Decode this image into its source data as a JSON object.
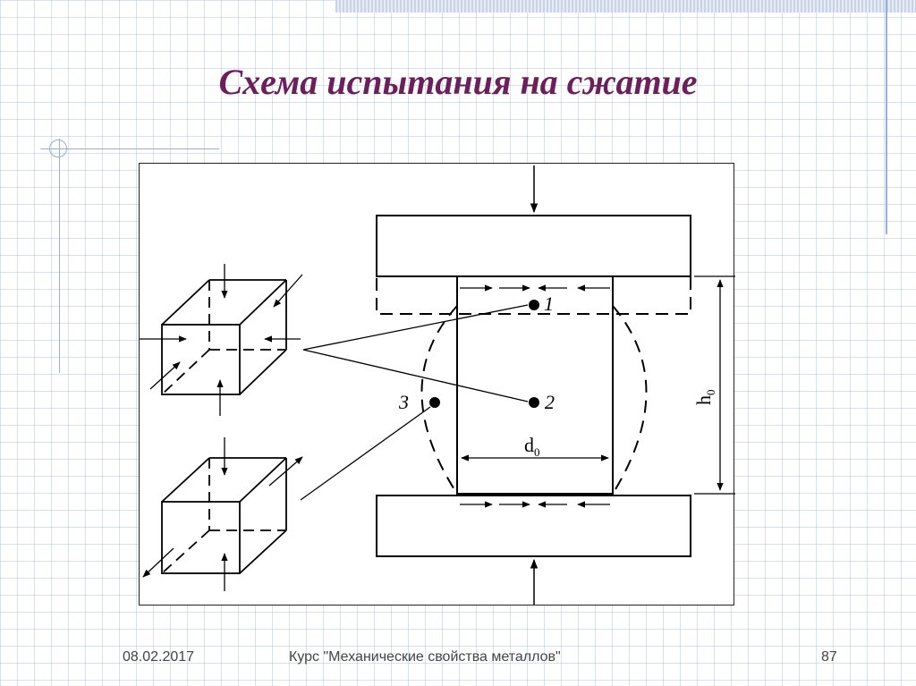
{
  "slide": {
    "title": "Схема испытания на сжатие"
  },
  "diagram": {
    "labels": {
      "point1": "1",
      "point2": "2",
      "point3": "3",
      "diameter_main": "d",
      "diameter_sub": "0",
      "height_main": "h",
      "height_sub": "0"
    }
  },
  "footer": {
    "date": "08.02.2017",
    "course": "Курс \"Механические свойства металлов\"",
    "page": "87"
  }
}
